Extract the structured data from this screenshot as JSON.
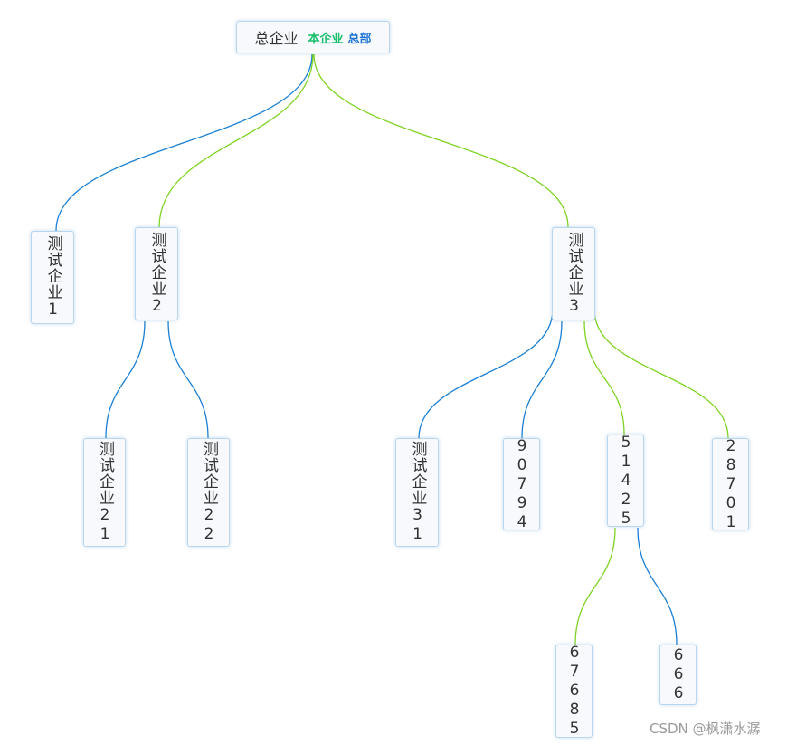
{
  "colors": {
    "blue": "#1a7fd4",
    "green": "#7ed321",
    "tag_green": "#19be6b",
    "tag_blue": "#1a73d6"
  },
  "root": {
    "label": "总企业",
    "tags": [
      "本企业",
      "总部"
    ]
  },
  "nodes": {
    "c1": "测试企业1",
    "c2": "测试企业2",
    "c3": "测试企业3",
    "c21": "测试企业21",
    "c22": "测试企业22",
    "c31": "测试企业31",
    "n90794": "90794",
    "n51425": "51425",
    "n28701": "28701",
    "n67685": "67685",
    "n666": "666"
  },
  "watermark": "CSDN @枫潇水潺"
}
